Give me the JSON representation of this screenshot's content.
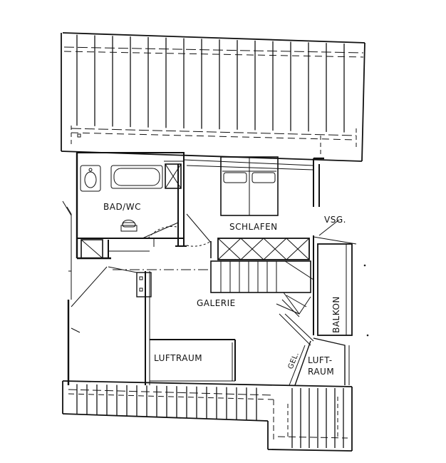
{
  "rooms": {
    "bad_wc": "BAD/WC",
    "schlafen": "SCHLAFEN",
    "galerie": "GALERIE",
    "luftraum_main": "LUFTRAUM",
    "luftraum_small_line1": "LUFT-",
    "luftraum_small_line2": "RAUM",
    "balkon": "BALKON"
  },
  "annotations": {
    "vsg": "VSG.",
    "gel": "GEL."
  }
}
